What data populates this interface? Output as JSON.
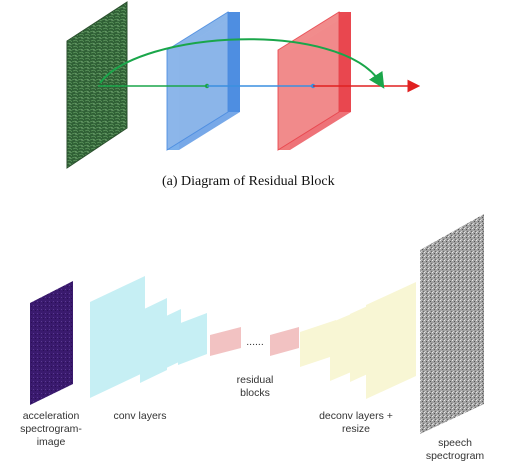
{
  "panel_a": {
    "caption": "(a) Diagram of Residual Block",
    "colors": {
      "input_plane": "#2e5e34",
      "conv1_face": "#8fb8ea",
      "conv1_edge": "#4a8be0",
      "conv2_face": "#f28f8f",
      "conv2_edge": "#e8434b",
      "skip_arrow": "#1aa64a",
      "main_arrow": "#e02020"
    }
  },
  "panel_b": {
    "labels": {
      "input": "acceleration\nspectrogram-\nimage",
      "conv": "conv layers",
      "residual": "residual\nblocks",
      "ellipsis": "......",
      "deconv": "deconv layers +\nresize",
      "output": "speech\nspectrogram"
    },
    "colors": {
      "input_image": "#3a1a6e",
      "conv_layers": "#c6eff4",
      "residual_blocks": "#f2c2c2",
      "deconv_layers": "#f8f6d4",
      "output_image": "#9a9a9a"
    }
  }
}
